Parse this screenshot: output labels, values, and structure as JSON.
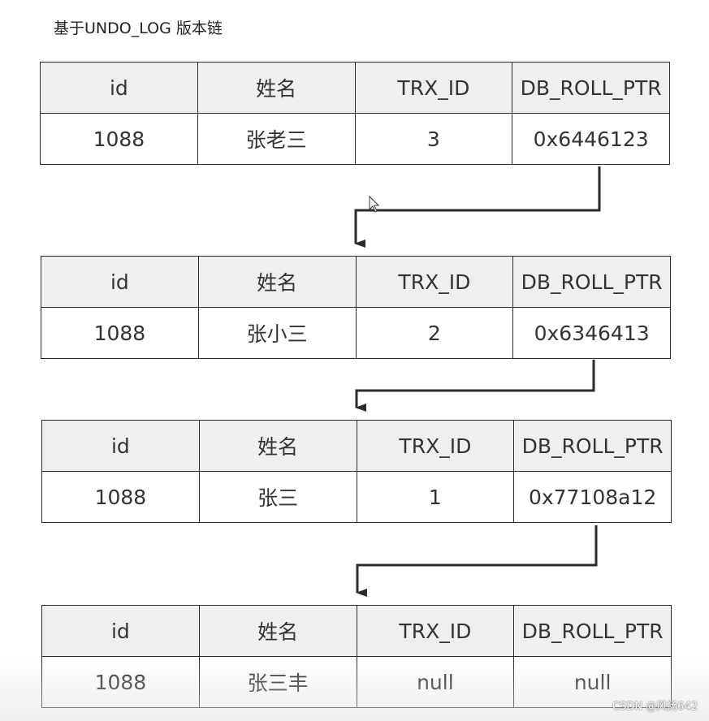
{
  "title": "基于UNDO_LOG 版本链",
  "columns": [
    "id",
    "姓名",
    "TRX_ID",
    "DB_ROLL_PTR"
  ],
  "versions": [
    {
      "id": "1088",
      "name": "张老三",
      "trx_id": "3",
      "roll_ptr": "0x6446123"
    },
    {
      "id": "1088",
      "name": "张小三",
      "trx_id": "2",
      "roll_ptr": "0x6346413"
    },
    {
      "id": "1088",
      "name": "张三",
      "trx_id": "1",
      "roll_ptr": "0x77108a12"
    },
    {
      "id": "1088",
      "name": "张三丰",
      "trx_id": "null",
      "roll_ptr": "null"
    }
  ],
  "watermark": "CSDN @风扬642",
  "colors": {
    "header_bg": "#efefef",
    "border": "#2a2a2a",
    "arrow": "#2b2b2b"
  }
}
